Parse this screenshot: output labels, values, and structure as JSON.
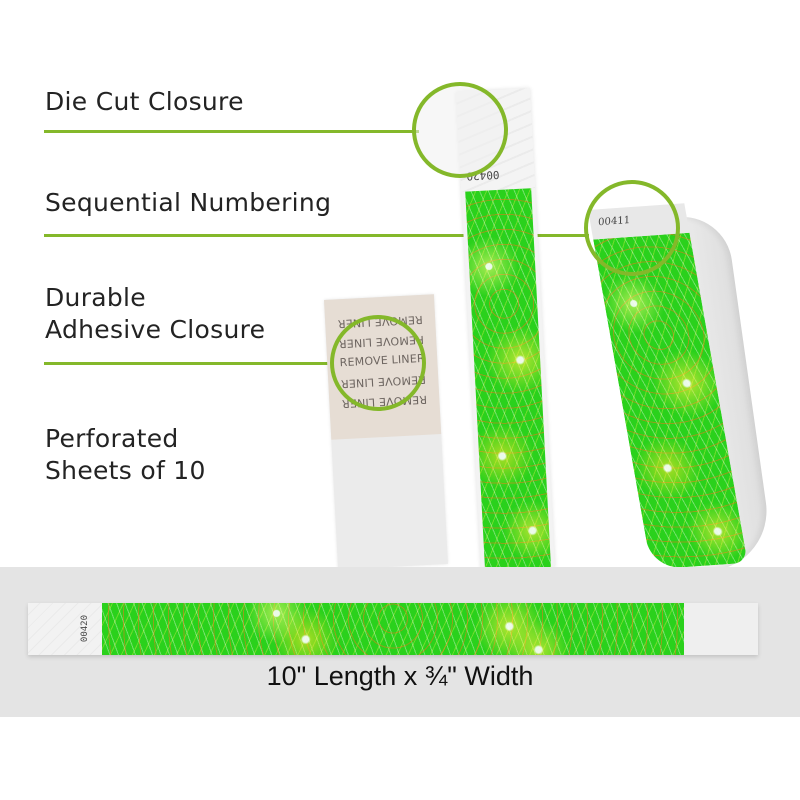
{
  "features": [
    {
      "label_lines": [
        "Die Cut Closure"
      ]
    },
    {
      "label_lines": [
        "Sequential Numbering"
      ]
    },
    {
      "label_lines": [
        "Durable",
        "Adhesive Closure"
      ]
    },
    {
      "label_lines": [
        "Perforated",
        "Sheets of 10"
      ]
    }
  ],
  "bands": {
    "vertical_band_number": "00420",
    "curved_band_number": "00411",
    "horizontal_band_number": "00420",
    "liner_text": "REMOVE LINER"
  },
  "dimension_caption": "10\" Length x ¾\" Width",
  "colors": {
    "accent_line": "#84b82a",
    "band_green": "#2ad11c",
    "panel_gray": "#e4e4e4"
  }
}
